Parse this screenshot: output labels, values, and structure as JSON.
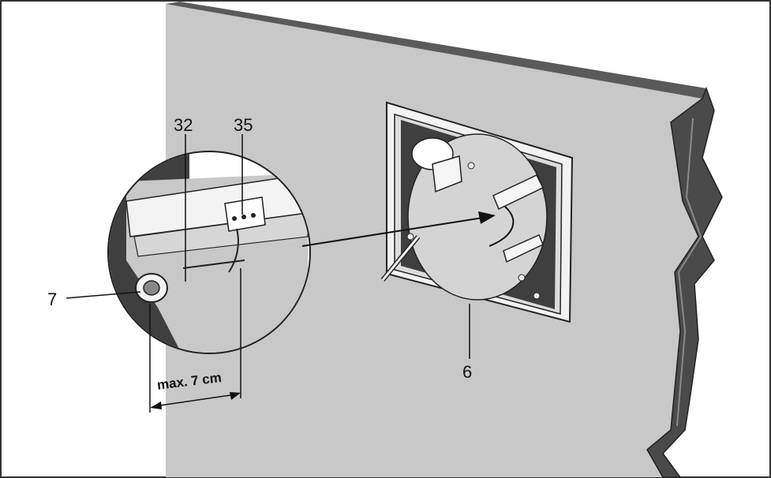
{
  "labels": {
    "ref_32": "32",
    "ref_35": "35",
    "ref_7": "7",
    "ref_6": "6",
    "dimension": "max. 7 cm"
  },
  "colors": {
    "wall": "#c8c8c8",
    "wall_edge": "#505050",
    "panel_dark": "#4a4a4a",
    "frame": "#f4f4f4",
    "ink": "#111111",
    "border": "#333333"
  }
}
